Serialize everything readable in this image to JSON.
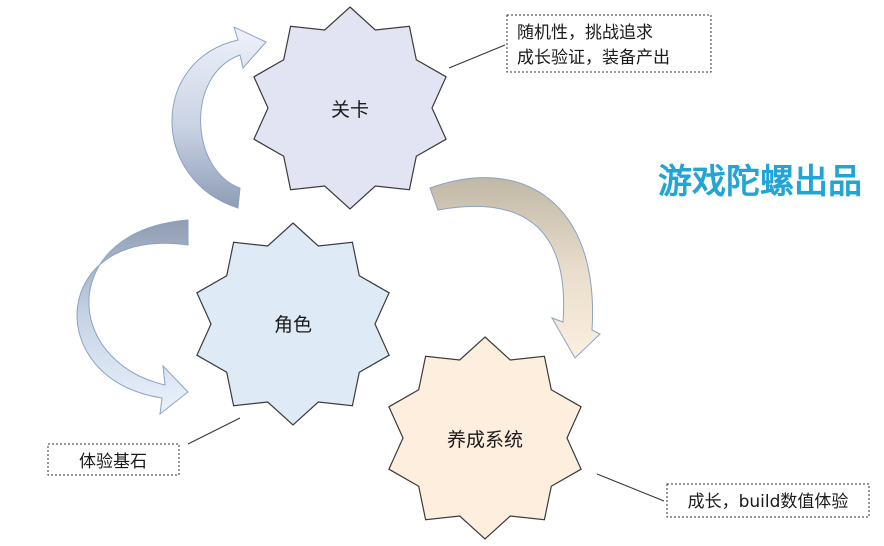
{
  "nodes": {
    "level": {
      "label": "关卡",
      "fill": "#e2e4f3"
    },
    "character": {
      "label": "角色",
      "fill": "#deebf6"
    },
    "growth": {
      "label": "养成系统",
      "fill": "#fdeedd"
    }
  },
  "callouts": {
    "level": {
      "line1": "随机性，挑战追求",
      "line2": "成长验证，装备产出"
    },
    "character": {
      "line1": "体验基石"
    },
    "growth": {
      "line1": "成长，build数值体验"
    }
  },
  "brand": {
    "text": "游戏陀螺出品",
    "color": "#22a5d6"
  },
  "colors": {
    "star_stroke": "#3b3b3b",
    "arrow_stroke": "#8aa3c4",
    "arrow_blue_light": "#f1f5fb",
    "arrow_blue_dark": "#8c9cb6",
    "arrow_orange_light": "#fbeede",
    "arrow_orange_dark": "#c1b9a8"
  }
}
